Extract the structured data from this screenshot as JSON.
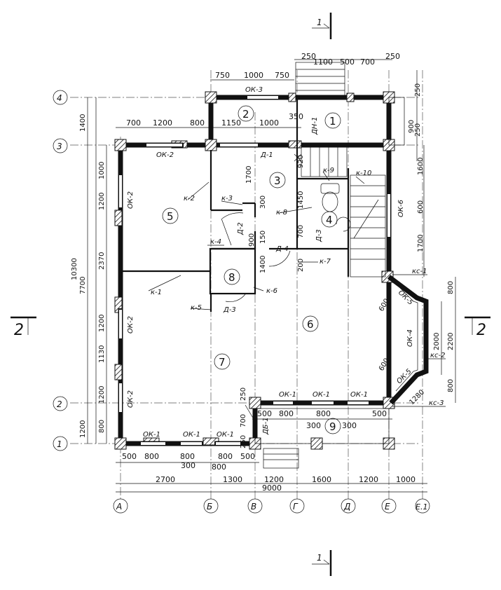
{
  "cut_mark": "1",
  "cut_mark_side": "2",
  "axes": {
    "rows": [
      "4",
      "3",
      "2",
      "1"
    ],
    "cols": [
      "А",
      "Б",
      "В",
      "Г",
      "Д",
      "Е",
      "Е.1"
    ]
  },
  "rooms": [
    "1",
    "2",
    "3",
    "4",
    "5",
    "6",
    "7",
    "8",
    "9"
  ],
  "dims_top": [
    "250",
    "1100",
    "500",
    "700",
    "250",
    "750",
    "1000",
    "750",
    "700",
    "1200",
    "800",
    "1150",
    "1000",
    "350"
  ],
  "dims_bottom": [
    "500",
    "800",
    "800",
    "800",
    "500",
    "300",
    "800",
    "2700",
    "1300",
    "1200",
    "1600",
    "1200",
    "1000",
    "9000",
    "500",
    "800",
    "800",
    "500",
    "300",
    "300"
  ],
  "dims_left": [
    "1400",
    "10300",
    "7700",
    "1000",
    "1200",
    "2370",
    "1200",
    "1130",
    "1200",
    "1200",
    "800"
  ],
  "dims_right": [
    "250",
    "900",
    "250",
    "1600",
    "600",
    "1700",
    "800",
    "2200",
    "2000",
    "800",
    "1280",
    "600",
    "600"
  ],
  "dims_inner": [
    "1700",
    "300",
    "900",
    "150",
    "1450",
    "700",
    "200",
    "1400",
    "920",
    "250",
    "700",
    "250"
  ],
  "windows": [
    "ОК-3",
    "ОК-2",
    "ОК-2",
    "ОК-2",
    "ОК-2",
    "ОК-6",
    "ОК-5",
    "ОК-4",
    "ОК-5",
    "ОК-1",
    "ОК-1",
    "ОК-1",
    "ОК-1",
    "ОК-1",
    "ОК-1"
  ],
  "doors": [
    "ДН-1",
    "Д-1",
    "Д-2",
    "Д-3",
    "Д-4",
    "Д-3",
    "ДБ-1"
  ],
  "partitions": [
    "к-1",
    "к-2",
    "к-3",
    "к-4",
    "к-5",
    "к-6",
    "к-7",
    "к-8",
    "к-9",
    "к-10"
  ],
  "columns": [
    "кс-1",
    "кс-2",
    "кс-3"
  ]
}
